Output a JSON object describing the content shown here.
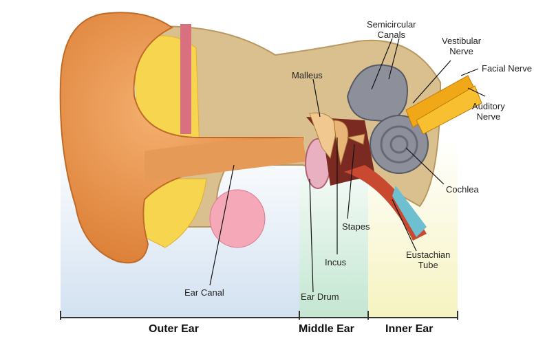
{
  "title": "Anatomy of the Ear",
  "labels": {
    "semicircular_canals": "Semicircular\nCanals",
    "vestibular_nerve": "Vestibular\nNerve",
    "facial_nerve": "Facial Nerve",
    "auditory_nerve": "Auditory\nNerve",
    "malleus": "Malleus",
    "cochlea": "Cochlea",
    "stapes": "Stapes",
    "incus": "Incus",
    "eustachian_tube": "Eustachian\nTube",
    "ear_canal": "Ear Canal",
    "ear_drum": "Ear Drum"
  },
  "sections": {
    "outer": "Outer Ear",
    "middle": "Middle Ear",
    "inner": "Inner Ear"
  },
  "colors": {
    "outer_bg": "#dde8f4",
    "middle_bg": "#cdebd9",
    "inner_bg": "#f8f6cc",
    "skin": "#e8904a",
    "bone": "#d8bf8a",
    "cochlea": "#8a8d98",
    "nerve": "#f0a818"
  }
}
